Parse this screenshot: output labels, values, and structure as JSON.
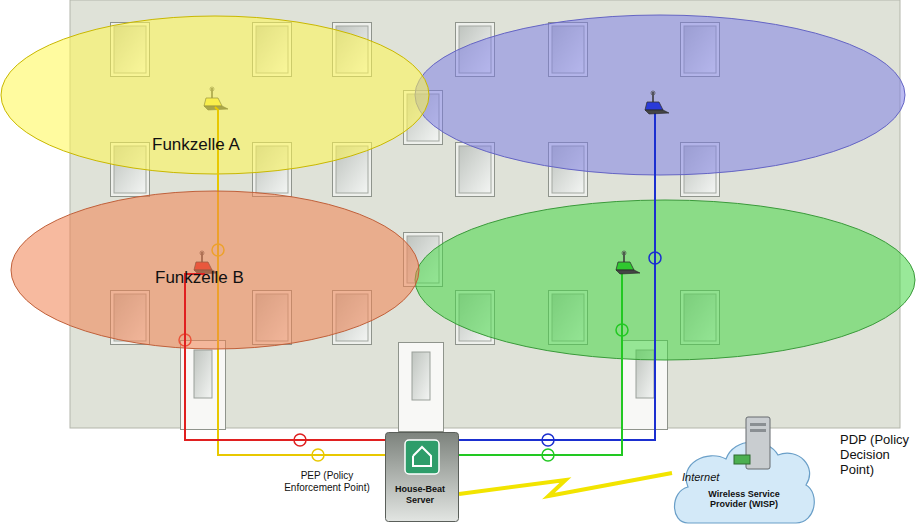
{
  "diagram": {
    "nodes": [
      {
        "text": [
          "Funkzelle A"
        ]
      },
      {
        "text": [
          "Funkzelle B"
        ]
      },
      {
        "text": [
          "House-Beat Server"
        ]
      },
      {
        "text": [
          "Internet",
          "Wireless Service Provider (WISP)"
        ]
      }
    ],
    "edges": [
      {
        "from": 0,
        "to": 2,
        "arrow": "none"
      },
      {
        "from": 1,
        "to": 2,
        "arrow": "none"
      },
      {
        "from": 2,
        "to": 3,
        "arrow": "none"
      }
    ],
    "labels": [
      "PEP (Policy Enforcement Point)",
      "PDP (Policy Decision Point)"
    ]
  }
}
